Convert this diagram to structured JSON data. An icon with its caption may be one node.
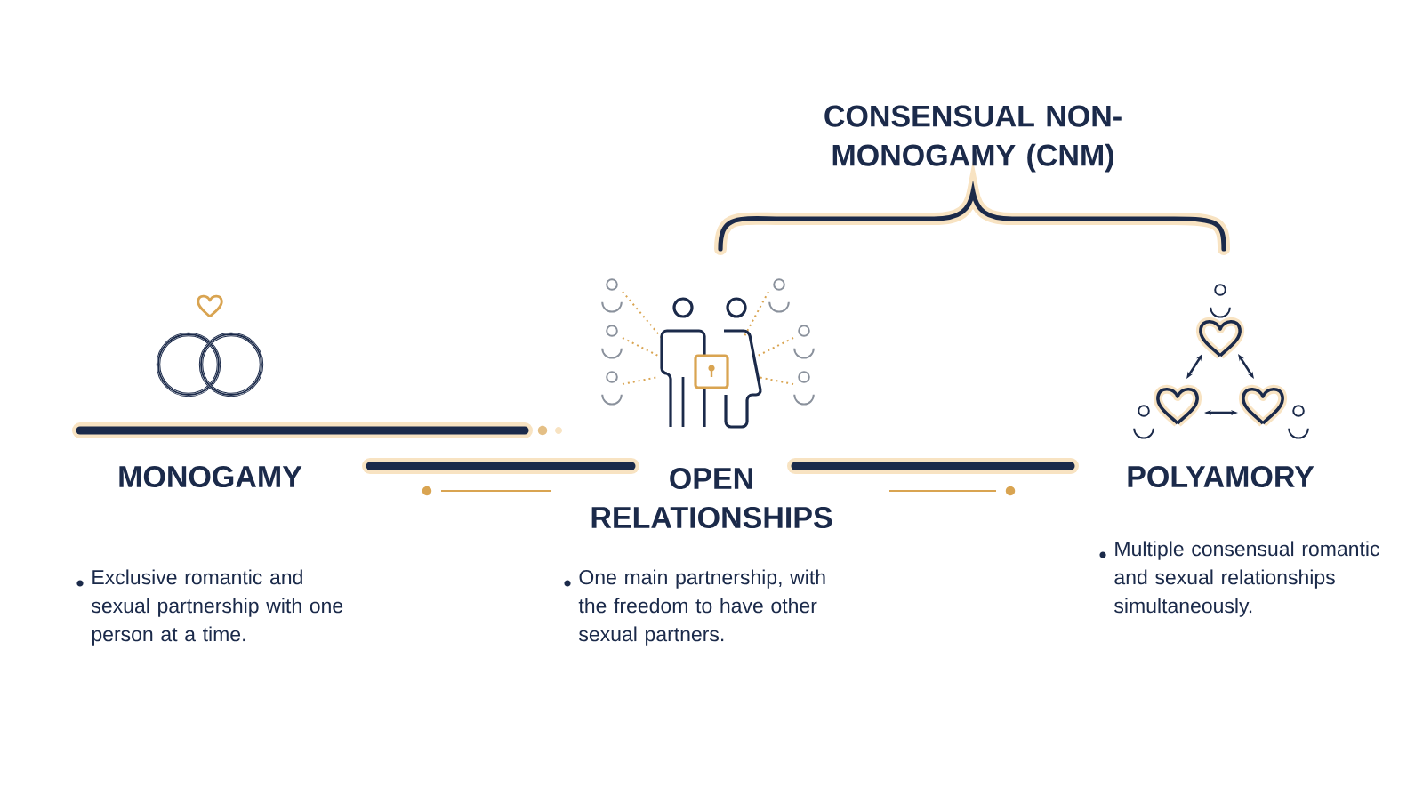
{
  "diagram": {
    "labels": [
      "CONSENSUAL NON-MONOGAMY (CNM)",
      "MONOGAMY",
      "OPEN RELATIONSHIPS",
      "POLYAMORY",
      "Exclusive romantic and sexual partnership with one person at a time.",
      "One main partnership, with the freedom to have other sexual partners.",
      "Multiple consensual romantic and sexual relationships simultaneously."
    ]
  }
}
